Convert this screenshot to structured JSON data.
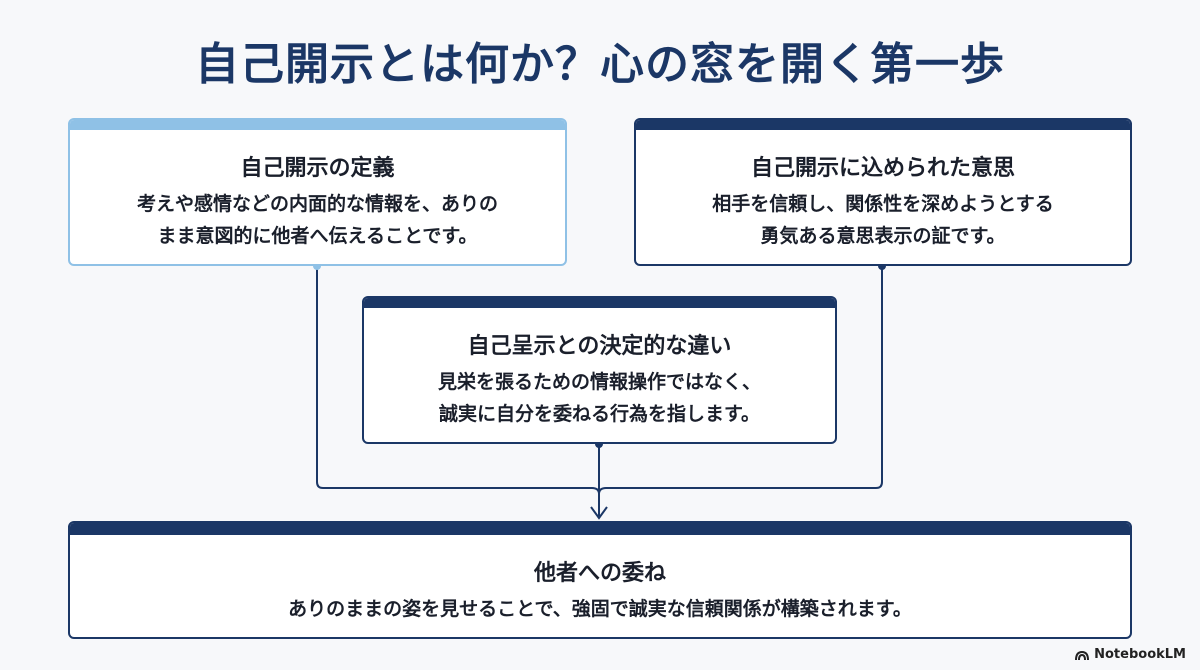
{
  "title": "自己開示とは何か？心の窓を開く第一歩",
  "cards": {
    "definition": {
      "heading": "自己開示の定義",
      "line1": "考えや感情などの内面的な情報を、ありの",
      "line2": "まま意図的に他者へ伝えることです。"
    },
    "intention": {
      "heading": "自己開示に込められた意思",
      "line1": "相手を信頼し、関係性を深めようとする",
      "line2": "勇気ある意思表示の証です。"
    },
    "difference": {
      "heading": "自己呈示との決定的な違い",
      "line1": "見栄を張るための情報操作ではなく、",
      "line2": "誠実に自分を委ねる行為を指します。"
    },
    "entrust": {
      "heading": "他者への委ね",
      "line1": "ありのままの姿を見せることで、強固で誠実な信頼関係が構築されます。"
    }
  },
  "colors": {
    "navy": "#1b3766",
    "light_blue": "#8fc1e6",
    "background": "#f7f8fa"
  },
  "brand": {
    "icon": "notebooklm-logo-icon",
    "name": "NotebookLM"
  }
}
